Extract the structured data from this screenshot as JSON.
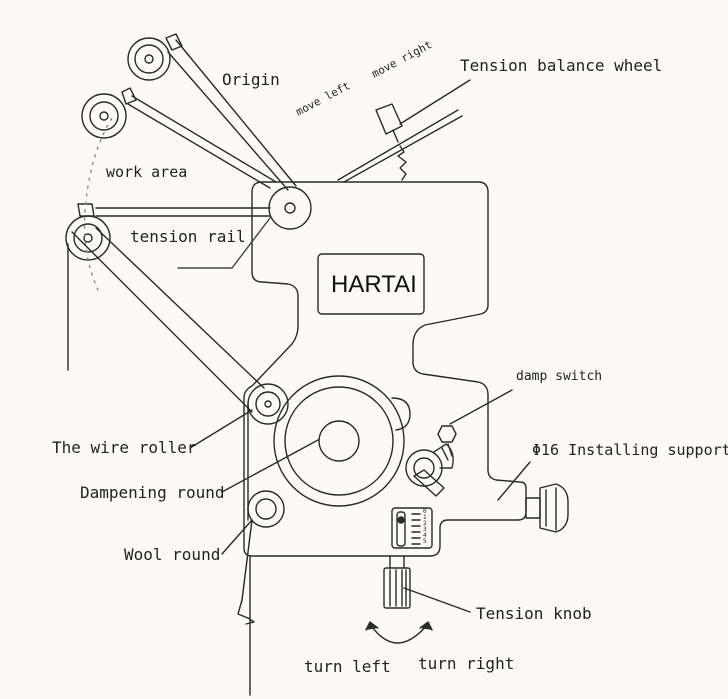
{
  "brand": "HARTAI",
  "labels": {
    "origin": "Origin",
    "move_left": "move left",
    "move_right": "move right",
    "tension_balance_wheel": "Tension balance wheel",
    "work_area": "work area",
    "tension_rail": "tension rail",
    "damp_switch": "damp switch",
    "installing_support": "Φ16 Installing support",
    "wire_roller": "The wire roller",
    "dampening_round": "Dampening round",
    "wool_round": "Wool round",
    "tension_knob": "Tension knob",
    "turn_left": "turn left",
    "turn_right": "turn right"
  },
  "scale_marks": [
    "0",
    "1",
    "2",
    "3",
    "4",
    "5"
  ],
  "colors": {
    "line": "#2a2a2a",
    "background": "#fbfaf7"
  }
}
